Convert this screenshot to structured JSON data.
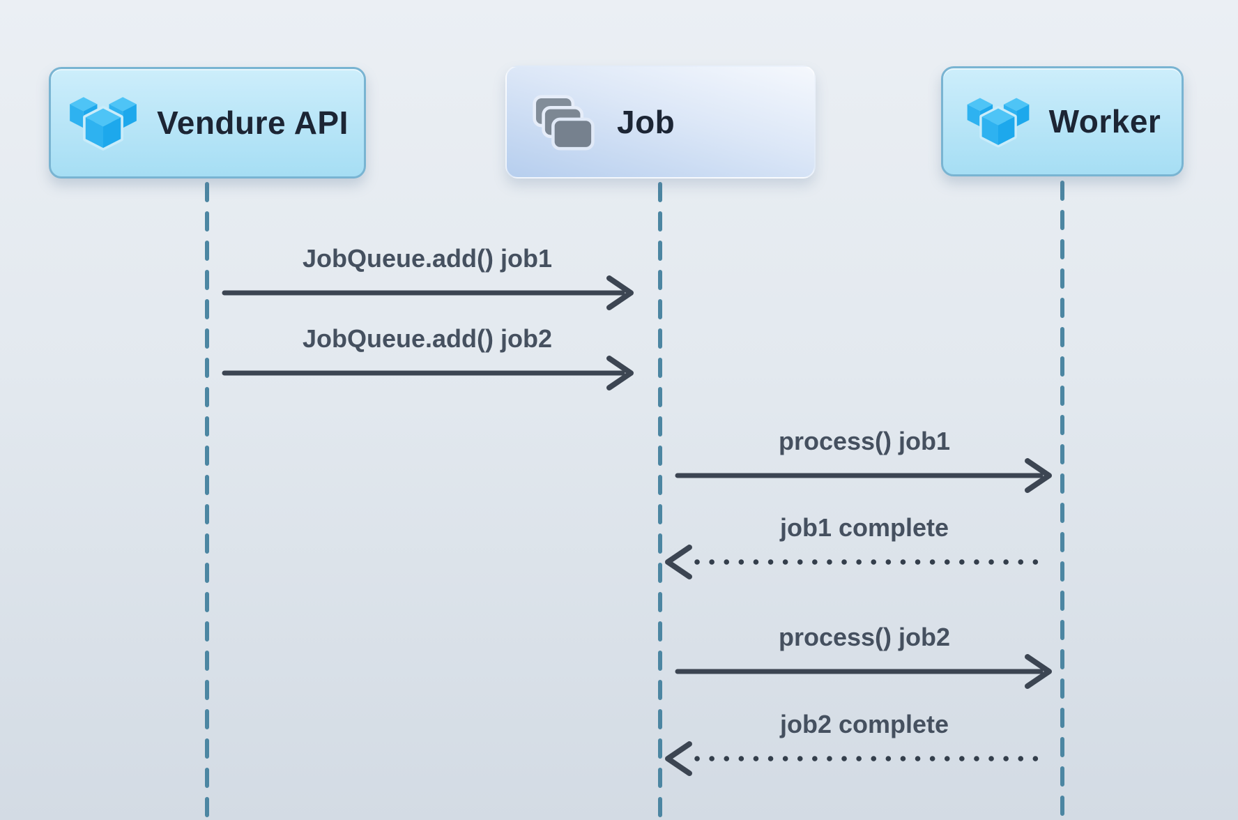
{
  "actors": [
    {
      "label": "Vendure API",
      "icon": "vendure-logo-icon"
    },
    {
      "label": "Job",
      "icon": "job-stack-icon"
    },
    {
      "label": "Worker",
      "icon": "vendure-logo-icon"
    }
  ],
  "messages": [
    {
      "from": "Vendure API",
      "to": "Job",
      "label": "JobQueue.add() job1",
      "style": "solid",
      "direction": "right"
    },
    {
      "from": "Vendure API",
      "to": "Job",
      "label": "JobQueue.add() job2",
      "style": "solid",
      "direction": "right"
    },
    {
      "from": "Job",
      "to": "Worker",
      "label": "process() job1",
      "style": "solid",
      "direction": "right"
    },
    {
      "from": "Worker",
      "to": "Job",
      "label": "job1 complete",
      "style": "dotted",
      "direction": "left"
    },
    {
      "from": "Job",
      "to": "Worker",
      "label": "process() job2",
      "style": "solid",
      "direction": "right"
    },
    {
      "from": "Worker",
      "to": "Job",
      "label": "job2 complete",
      "style": "dotted",
      "direction": "left"
    }
  ],
  "colors": {
    "background_top": "#ebeff4",
    "background_bottom": "#d3dbe4",
    "actor_box_blue_top": "#cdeefb",
    "actor_box_blue_bottom": "#a6def4",
    "actor_box_blue_border": "#79b4d2",
    "job_box_top": "#f5f8fd",
    "job_box_bottom": "#b6ceee",
    "actor_title_text": "#1c2534",
    "message_text": "#45505f",
    "arrow": "#3c4552",
    "lifeline": "#4c86a2",
    "vendure_logo_blue": "#2eb2f0",
    "job_icon_gray": "#7c8793"
  }
}
